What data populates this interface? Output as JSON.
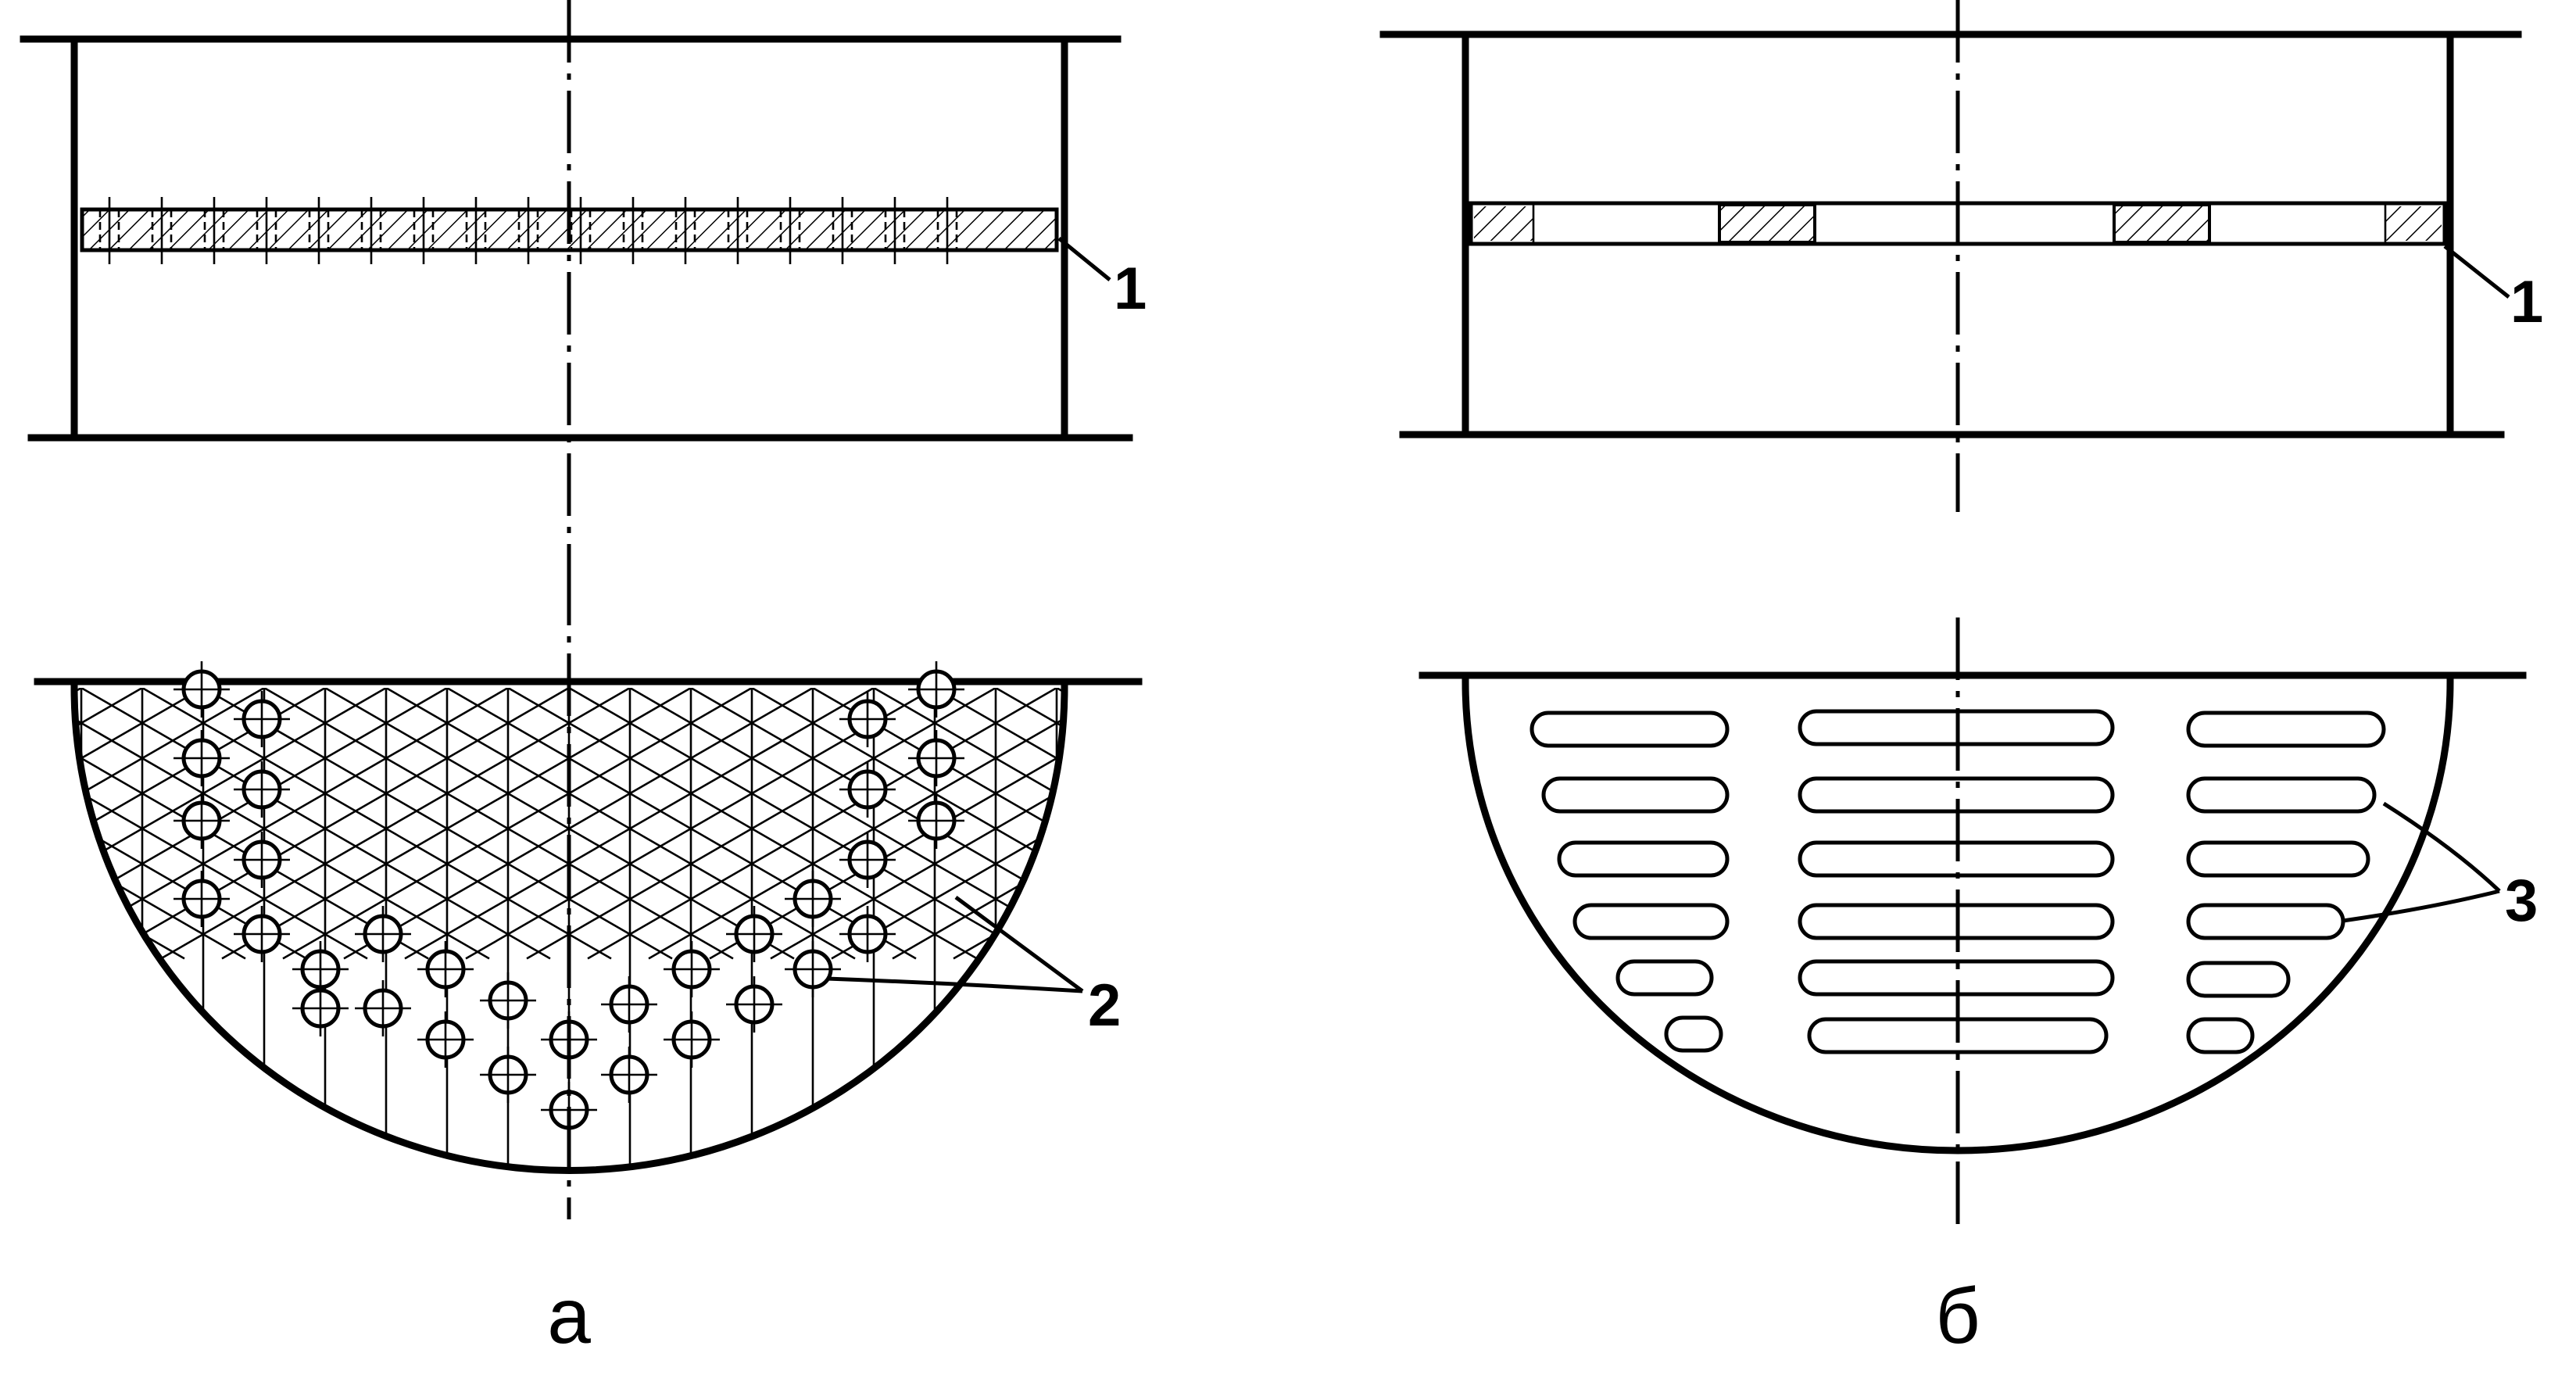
{
  "figure": {
    "colors": {
      "ink": "#000000",
      "paper": "#ffffff"
    },
    "panel_a": {
      "caption": "а",
      "labels": {
        "part_1": "1",
        "part_2": "2"
      }
    },
    "panel_b": {
      "caption": "б",
      "labels": {
        "part_1": "1",
        "part_3": "3"
      }
    }
  }
}
